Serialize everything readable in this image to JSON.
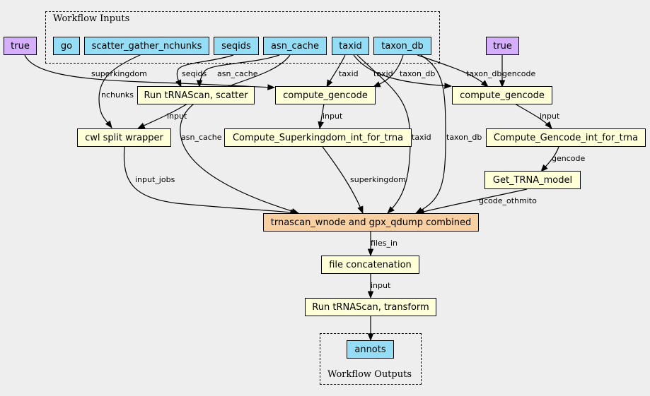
{
  "clusters": {
    "inputs_label": "Workflow Inputs",
    "outputs_label": "Workflow Outputs"
  },
  "nodes": {
    "go": "go",
    "scatter_gather_nchunks": "scatter_gather_nchunks",
    "seqids": "seqids",
    "asn_cache": "asn_cache",
    "taxid": "taxid",
    "taxon_db": "taxon_db",
    "true_left": "true",
    "true_right": "true",
    "run_trnascan_scatter": "Run tRNAScan, scatter",
    "compute_gencode_1": "compute_gencode",
    "compute_gencode_2": "compute_gencode",
    "cwl_split_wrapper": "cwl split wrapper",
    "compute_superkingdom": "Compute_Superkingdom_int_for_trna",
    "compute_gencode_int": "Compute_Gencode_int_for_trna",
    "get_trna_model": "Get_TRNA_model",
    "trnascan_combined": "trnascan_wnode and gpx_qdump combined",
    "file_concatenation": "file concatenation",
    "run_trnascan_transform": "Run tRNAScan, transform",
    "annots": "annots"
  },
  "edge_labels": {
    "superkingdom_1": "superkingdom",
    "nchunks": "nchunks",
    "seqids": "seqids",
    "asn_cache_1": "asn_cache",
    "taxid_1": "taxid",
    "taxid_2": "taxid",
    "taxon_db_1": "taxon_db",
    "taxon_db_2": "taxon_db",
    "gencode_1": "gencode",
    "input_1": "input",
    "input_2": "input",
    "input_3": "input",
    "asn_cache_2": "asn_cache",
    "taxid_3": "taxid",
    "taxon_db_3": "taxon_db",
    "gencode_2": "gencode",
    "input_jobs": "input_jobs",
    "superkingdom_2": "superkingdom",
    "gcode_othmito": "gcode_othmito",
    "files_in": "files_in",
    "input_4": "input"
  }
}
